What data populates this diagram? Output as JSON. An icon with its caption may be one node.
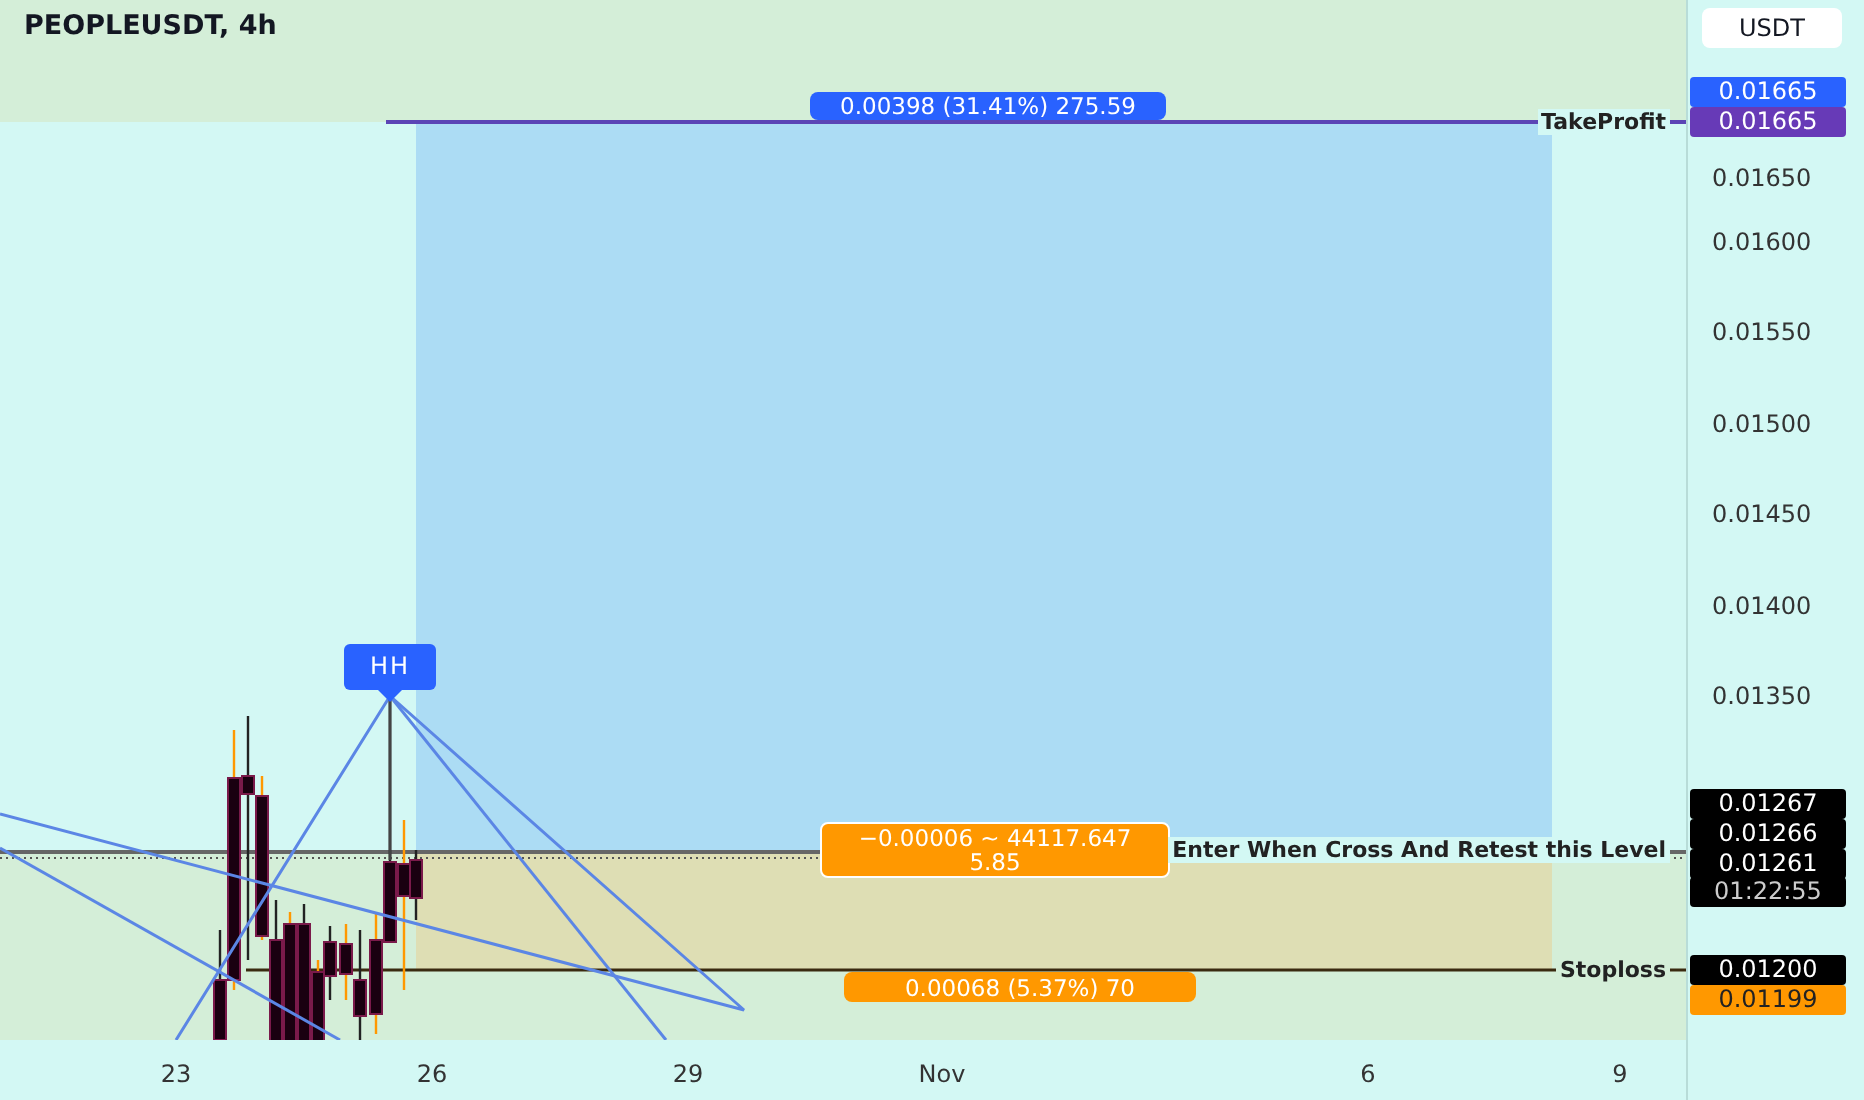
{
  "diagram": {
    "title": "PEOPLEUSDT, 4h",
    "nodes": [
      {
        "text": [
          "HH"
        ]
      },
      {
        "text": [
          "0.00398 (31.41%) 275.59"
        ]
      },
      {
        "text": [
          "−0.00006 ~ 44117.647",
          "5.85"
        ]
      },
      {
        "text": [
          "0.00068 (5.37%) 70"
        ]
      }
    ],
    "labels": [
      "USDT",
      "0.01665",
      "TakeProfit",
      "0.01665",
      "0.01650",
      "0.01600",
      "0.01550",
      "0.01500",
      "0.01450",
      "0.01400",
      "0.01350",
      "0.01267",
      "0.01266",
      "Enter When Cross And Retest this Level",
      "0.01261",
      "01:22:55",
      "Stoploss",
      "0.01200",
      "0.01199",
      "23",
      "26",
      "29",
      "Nov",
      "6",
      "9"
    ]
  }
}
